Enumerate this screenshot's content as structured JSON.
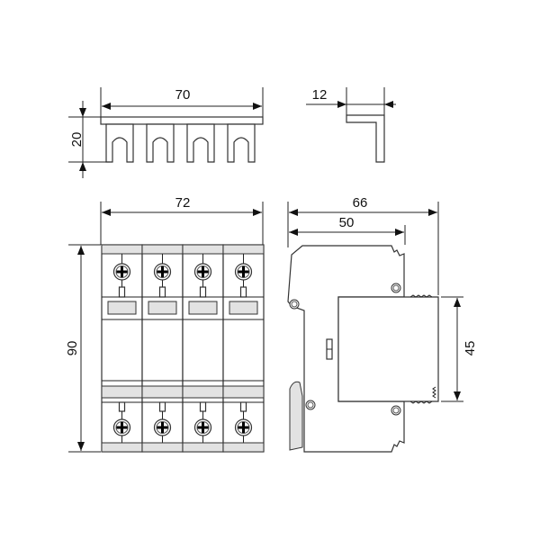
{
  "dimensions": {
    "busbar_width": "70",
    "busbar_height": "20",
    "busbar_thickness": "12",
    "front_width": "72",
    "front_height": "90",
    "side_depth": "66",
    "side_depth_inner": "50",
    "side_front_height": "45"
  },
  "colors": {
    "line": "#222222",
    "fill_grey": "#e2e2e2"
  },
  "front_view": {
    "module_count": 4
  }
}
